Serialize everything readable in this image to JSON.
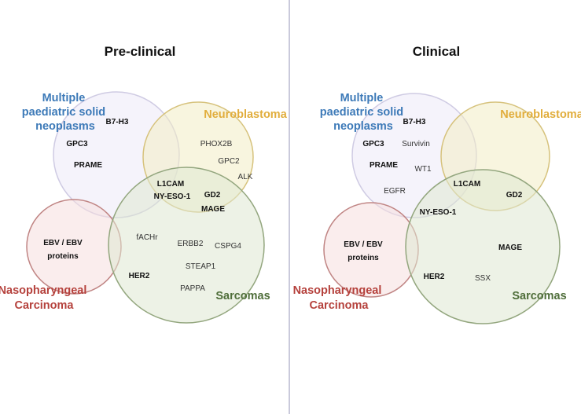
{
  "colors": {
    "divider": "#b9b9cf",
    "multiple": "#3d7ab8",
    "neuroblastoma": "#e1ad3c",
    "nasopharyngeal": "#b5413c",
    "sarcomas": "#4f6e3a"
  },
  "panels": [
    {
      "title": "Pre-clinical",
      "sets": {
        "multiple": [
          "Multiple",
          "paediatric solid",
          "neoplasms"
        ],
        "neuroblastoma": [
          "Neuroblastoma"
        ],
        "nasopharyngeal": [
          "Nasopharyngeal",
          "Carcinoma"
        ],
        "sarcomas": [
          "Sarcomas"
        ]
      },
      "items": [
        {
          "text": "B7-H3",
          "bold": true
        },
        {
          "text": "GPC3",
          "bold": true
        },
        {
          "text": "PRAME",
          "bold": true
        },
        {
          "text": "PHOX2B",
          "bold": false
        },
        {
          "text": "GPC2",
          "bold": false
        },
        {
          "text": "ALK",
          "bold": false
        },
        {
          "text": "L1CAM",
          "bold": true
        },
        {
          "text": "NY-ESO-1",
          "bold": true
        },
        {
          "text": "GD2",
          "bold": true
        },
        {
          "text": "MAGE",
          "bold": true
        },
        {
          "text": "EBV / EBV",
          "bold": true
        },
        {
          "text": "proteins",
          "bold": true
        },
        {
          "text": "fACHr",
          "bold": false
        },
        {
          "text": "ERBB2",
          "bold": false
        },
        {
          "text": "CSPG4",
          "bold": false
        },
        {
          "text": "STEAP1",
          "bold": false
        },
        {
          "text": "HER2",
          "bold": true
        },
        {
          "text": "PAPPA",
          "bold": false
        }
      ]
    },
    {
      "title": "Clinical",
      "sets": {
        "multiple": [
          "Multiple",
          "paediatric solid",
          "neoplasms"
        ],
        "neuroblastoma": [
          "Neuroblastoma"
        ],
        "nasopharyngeal": [
          "Nasopharyngeal",
          "Carcinoma"
        ],
        "sarcomas": [
          "Sarcomas"
        ]
      },
      "items": [
        {
          "text": "B7-H3",
          "bold": true
        },
        {
          "text": "GPC3",
          "bold": true
        },
        {
          "text": "Survivin",
          "bold": false
        },
        {
          "text": "PRAME",
          "bold": true
        },
        {
          "text": "WT1",
          "bold": false
        },
        {
          "text": "EGFR",
          "bold": false
        },
        {
          "text": "L1CAM",
          "bold": true
        },
        {
          "text": "GD2",
          "bold": true
        },
        {
          "text": "NY-ESO-1",
          "bold": true
        },
        {
          "text": "EBV / EBV",
          "bold": true
        },
        {
          "text": "proteins",
          "bold": true
        },
        {
          "text": "MAGE",
          "bold": true
        },
        {
          "text": "HER2",
          "bold": true
        },
        {
          "text": "SSX",
          "bold": false
        }
      ]
    }
  ]
}
